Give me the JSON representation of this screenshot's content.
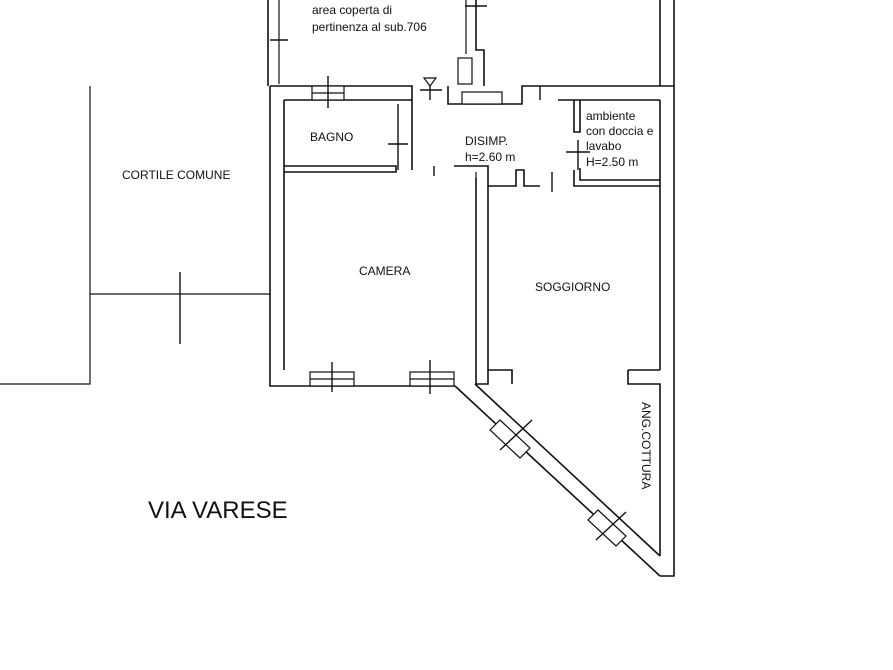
{
  "rooms": {
    "covered_area_line1": "area coperta di",
    "covered_area_line2": "pertinenza al sub.706",
    "bathroom": "BAGNO",
    "hallway": "DISIMP.",
    "hallway_height": "h=2.60 m",
    "shower_line1": "ambiente",
    "shower_line2": "con doccia e",
    "shower_line3": "lavabo",
    "shower_height": "H=2.50 m",
    "courtyard": "CORTILE COMUNE",
    "bedroom": "CAMERA",
    "living_room": "SOGGIORNO",
    "kitchen_corner": "ANG.COTTURA"
  },
  "street": {
    "name": "VIA VARESE"
  }
}
